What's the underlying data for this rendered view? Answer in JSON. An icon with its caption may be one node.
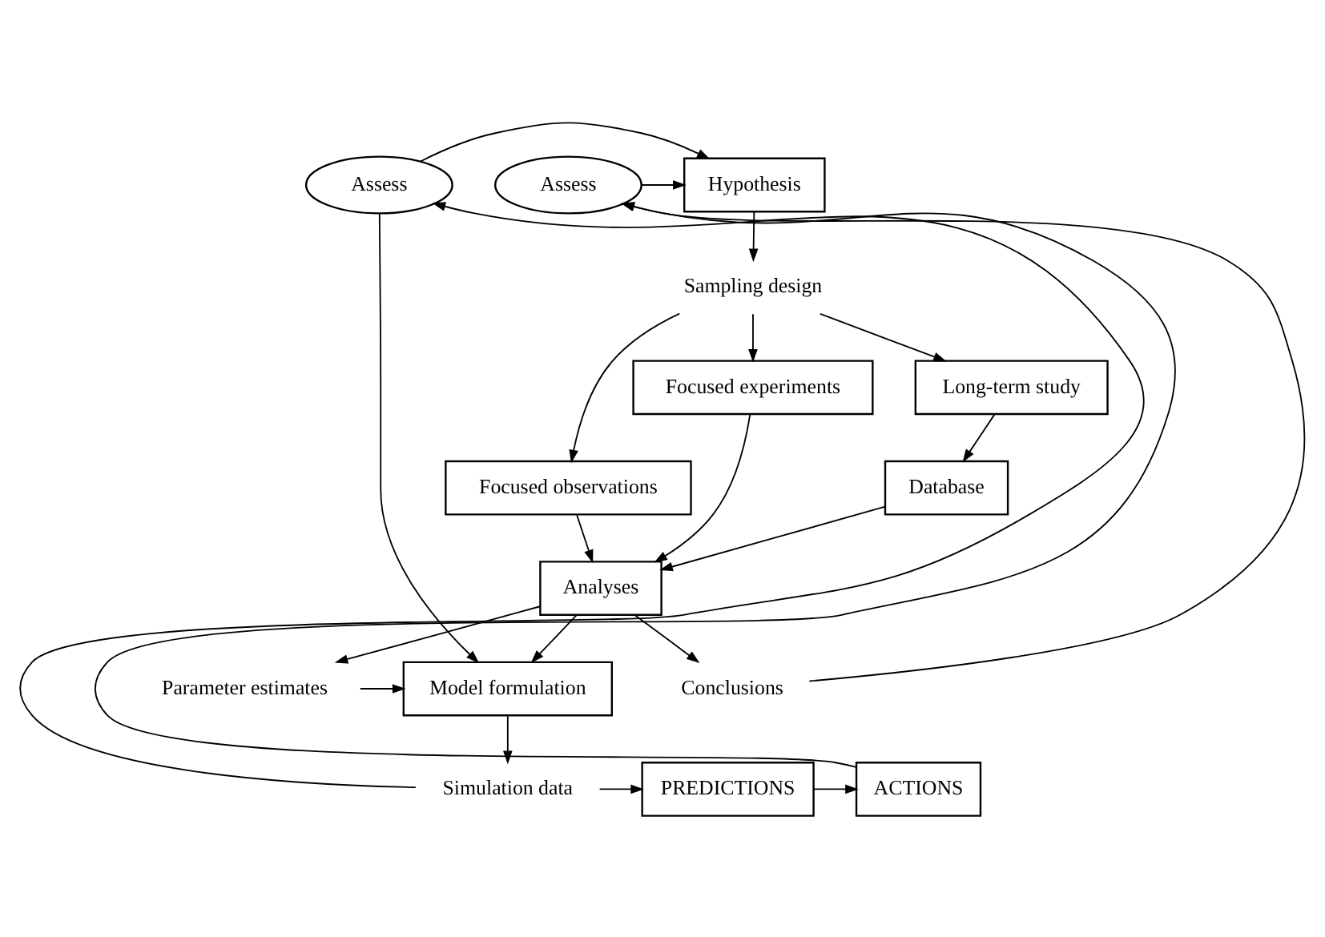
{
  "diagram": {
    "nodes": [
      {
        "text": [
          "Hypothesis"
        ]
      },
      {
        "text": [
          "Assess"
        ]
      },
      {
        "text": [
          "Assess"
        ]
      },
      {
        "text": [
          "Sampling design"
        ]
      },
      {
        "text": [
          "Long-term study"
        ]
      },
      {
        "text": [
          "Focused observations"
        ]
      },
      {
        "text": [
          "Focused experiments"
        ]
      },
      {
        "text": [
          "Database"
        ]
      },
      {
        "text": [
          "Analyses"
        ]
      },
      {
        "text": [
          "Model formulation"
        ]
      },
      {
        "text": [
          "Parameter estimates"
        ]
      },
      {
        "text": [
          "Conclusions"
        ]
      },
      {
        "text": [
          "Simulation data"
        ]
      },
      {
        "text": [
          "PREDICTIONS"
        ]
      },
      {
        "text": [
          "ACTIONS"
        ]
      }
    ],
    "edges": [
      {
        "from": 1,
        "to": 0,
        "arrow": "to"
      },
      {
        "from": 2,
        "to": 0,
        "arrow": "to"
      },
      {
        "from": 0,
        "to": 3,
        "arrow": "to"
      },
      {
        "from": 3,
        "to": 4,
        "arrow": "to"
      },
      {
        "from": 3,
        "to": 5,
        "arrow": "to"
      },
      {
        "from": 3,
        "to": 6,
        "arrow": "to"
      },
      {
        "from": 4,
        "to": 7,
        "arrow": "to"
      },
      {
        "from": 7,
        "to": 8,
        "arrow": "to"
      },
      {
        "from": 5,
        "to": 8,
        "arrow": "to"
      },
      {
        "from": 6,
        "to": 8,
        "arrow": "to"
      },
      {
        "from": 8,
        "to": 9,
        "arrow": "to"
      },
      {
        "from": 8,
        "to": 10,
        "arrow": "to"
      },
      {
        "from": 8,
        "to": 11,
        "arrow": "to"
      },
      {
        "from": 10,
        "to": 9,
        "arrow": "to"
      },
      {
        "from": 1,
        "to": 9,
        "arrow": "to"
      },
      {
        "from": 9,
        "to": 12,
        "arrow": "to"
      },
      {
        "from": 12,
        "to": 1,
        "arrow": "to"
      },
      {
        "from": 12,
        "to": 13,
        "arrow": "to"
      },
      {
        "from": 13,
        "to": 14,
        "arrow": "to"
      },
      {
        "from": 14,
        "to": 2,
        "arrow": "to"
      },
      {
        "from": 11,
        "to": 2,
        "arrow": "to"
      }
    ]
  }
}
